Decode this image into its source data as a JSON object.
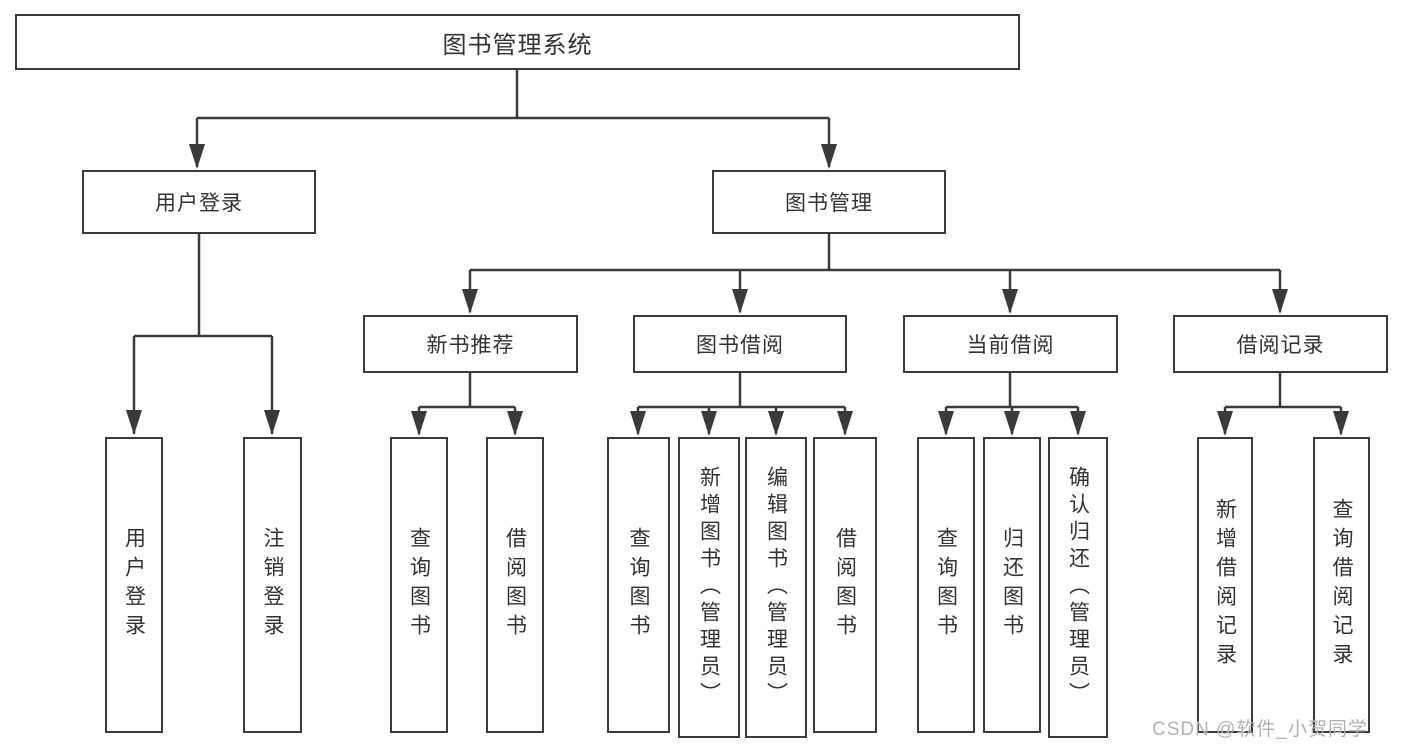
{
  "tree": {
    "label": "图书管理系统",
    "children": [
      {
        "label": "用户登录",
        "children": [
          {
            "label": "用户登录"
          },
          {
            "label": "注销登录"
          }
        ]
      },
      {
        "label": "图书管理",
        "children": [
          {
            "label": "新书推荐",
            "children": [
              {
                "label": "查询图书"
              },
              {
                "label": "借阅图书"
              }
            ]
          },
          {
            "label": "图书借阅",
            "children": [
              {
                "label": "查询图书"
              },
              {
                "label": "新增图书（管理员）"
              },
              {
                "label": "编辑图书（管理员）"
              },
              {
                "label": "借阅图书"
              }
            ]
          },
          {
            "label": "当前借阅",
            "children": [
              {
                "label": "查询图书"
              },
              {
                "label": "归还图书"
              },
              {
                "label": "确认归还（管理员）"
              }
            ]
          },
          {
            "label": "借阅记录",
            "children": [
              {
                "label": "新增借阅记录"
              },
              {
                "label": "查询借阅记录"
              }
            ]
          }
        ]
      }
    ]
  },
  "watermark": {
    "text": "CSDN @软件_小贺同学"
  },
  "colors": {
    "line": "#3a3a3a",
    "box_border": "#3a3a3a",
    "text": "#333333",
    "background": "#ffffff",
    "watermark": "#b3b3b3"
  }
}
